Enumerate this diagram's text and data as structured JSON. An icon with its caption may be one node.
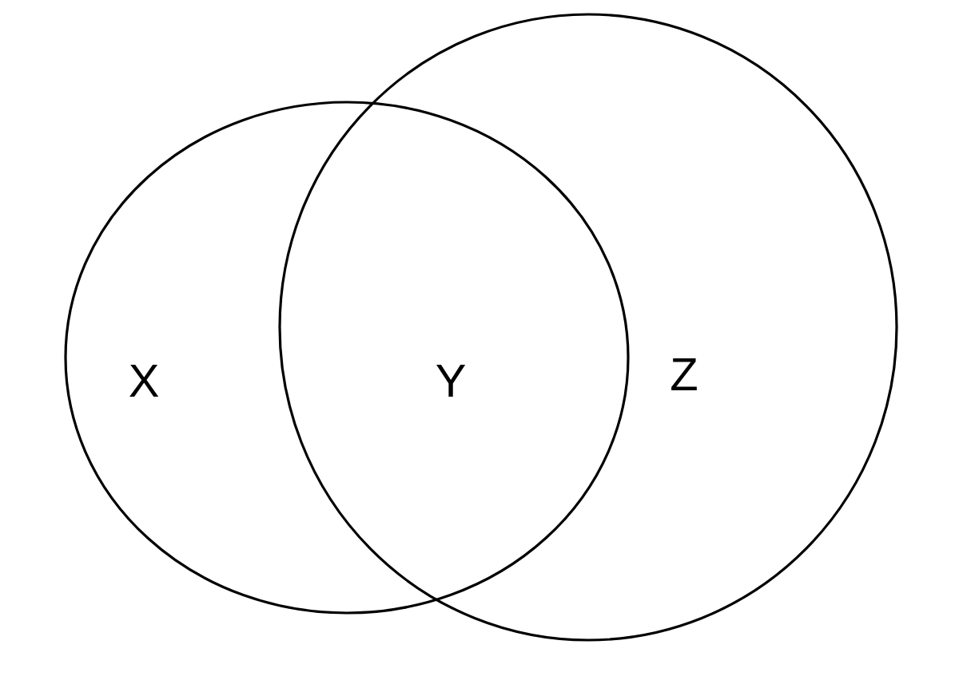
{
  "diagram": {
    "nodes": [
      {
        "text": [
          "X"
        ]
      },
      {
        "text": [
          "Z"
        ]
      }
    ],
    "labels": [
      "Y"
    ]
  }
}
